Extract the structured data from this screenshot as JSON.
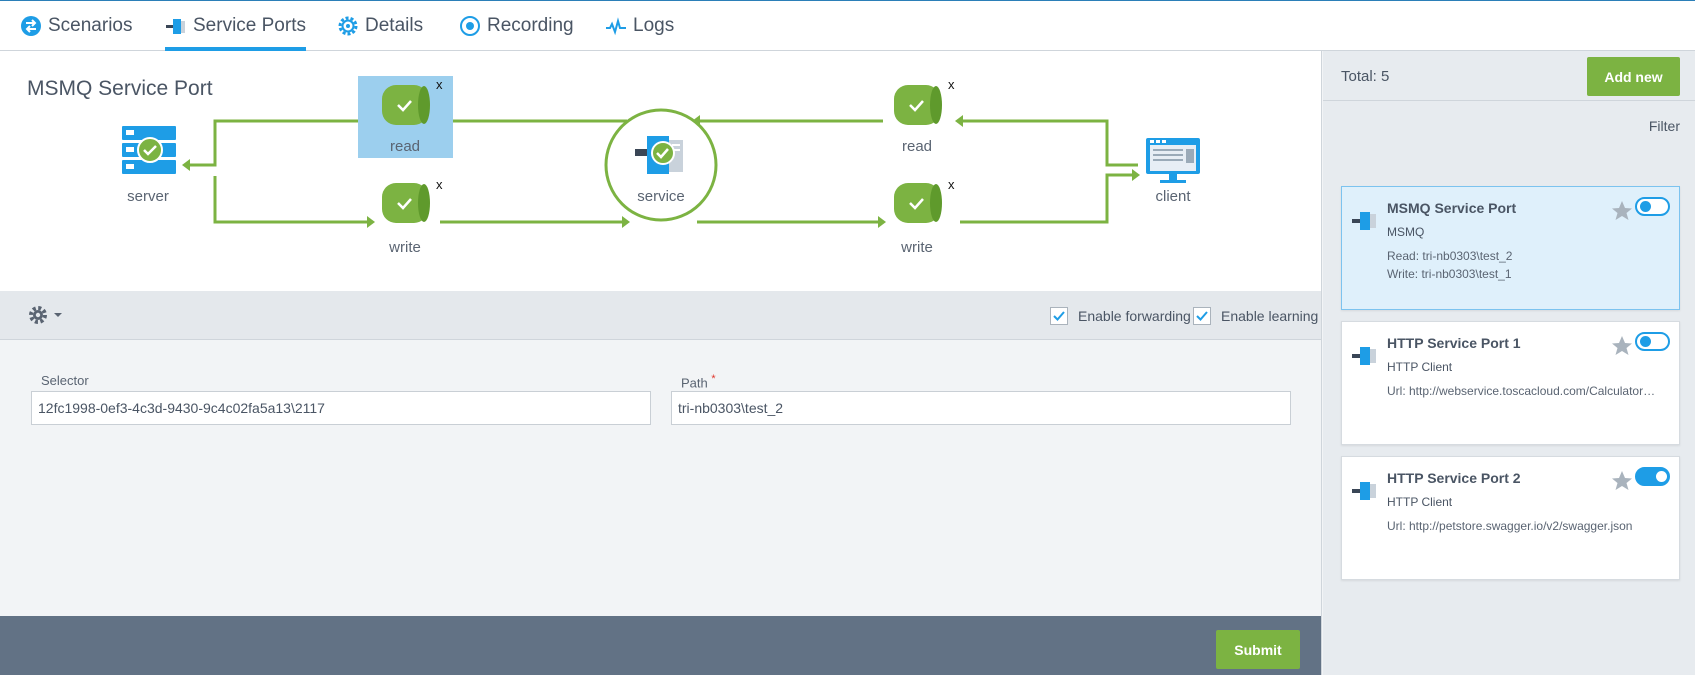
{
  "tabs": [
    {
      "label": "Scenarios",
      "icon": "swap-icon"
    },
    {
      "label": "Service Ports",
      "icon": "service-port-icon",
      "active": true
    },
    {
      "label": "Details",
      "icon": "gear-icon"
    },
    {
      "label": "Recording",
      "icon": "record-icon"
    },
    {
      "label": "Logs",
      "icon": "pulse-icon"
    }
  ],
  "diagram": {
    "title": "MSMQ Service Port",
    "nodes": {
      "server": "server",
      "read_left": "read",
      "write_left": "write",
      "service": "service",
      "read_right": "read",
      "write_right": "write",
      "client": "client"
    },
    "remove_glyph": "x"
  },
  "toolbar": {
    "enable_forwarding": "Enable forwarding",
    "enable_learning": "Enable learning"
  },
  "form": {
    "selector_label": "Selector",
    "selector_value": "12fc1998-0ef3-4c3d-9430-9c4c02fa5a13\\2117",
    "path_label": "Path",
    "path_required": "*",
    "path_value": "tri-nb0303\\test_2"
  },
  "footer": {
    "submit_label": "Submit"
  },
  "side": {
    "total": "Total: 5",
    "add_new": "Add new",
    "filter": "Filter",
    "cards": [
      {
        "title": "MSMQ Service Port",
        "subtitle": "MSMQ",
        "lines": [
          "Read: tri-nb0303\\test_2",
          "Write: tri-nb0303\\test_1"
        ],
        "enabled": false,
        "selected": true
      },
      {
        "title": "HTTP Service Port 1",
        "subtitle": "HTTP Client",
        "lines": [
          "Url: http://webservice.toscacloud.com/Calculator/Calculator.asmx"
        ],
        "enabled": false
      },
      {
        "title": "HTTP Service Port 2",
        "subtitle": "HTTP Client",
        "lines": [
          "Url: http://petstore.swagger.io/v2/swagger.json"
        ],
        "enabled": true
      }
    ]
  },
  "colors": {
    "accent": "#1e9de6",
    "green": "#7cb342",
    "footer": "#627285"
  }
}
